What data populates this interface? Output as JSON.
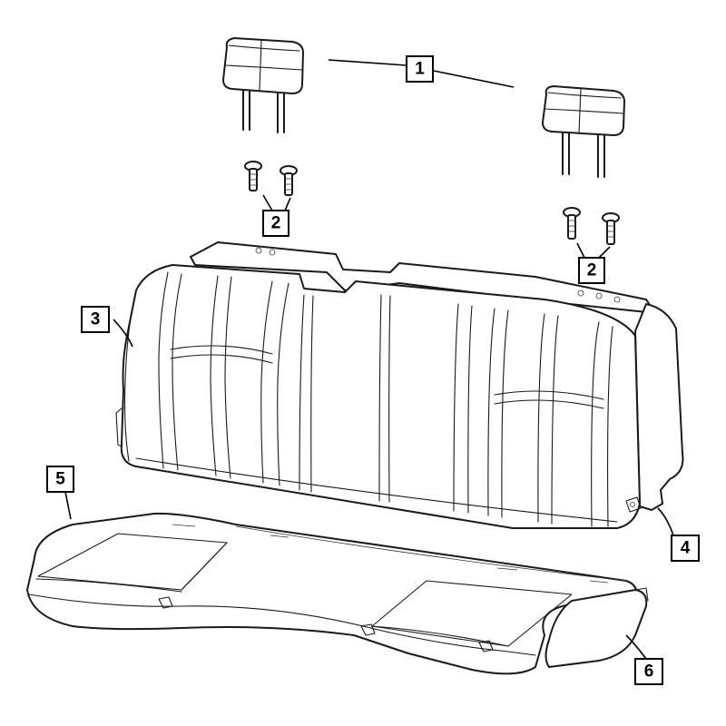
{
  "diagram": {
    "callouts": [
      {
        "id": "1",
        "label": "1"
      },
      {
        "id": "2a",
        "label": "2"
      },
      {
        "id": "2b",
        "label": "2"
      },
      {
        "id": "3",
        "label": "3"
      },
      {
        "id": "4",
        "label": "4"
      },
      {
        "id": "5",
        "label": "5"
      },
      {
        "id": "6",
        "label": "6"
      }
    ],
    "parts": [
      {
        "ref": "1",
        "icon": "headrest-icon"
      },
      {
        "ref": "2",
        "icon": "headrest-guide-sleeve-icon"
      },
      {
        "ref": "3",
        "icon": "seat-back-icon"
      },
      {
        "ref": "4",
        "icon": "pivot-bracket-icon"
      },
      {
        "ref": "5",
        "icon": "seat-cushion-icon"
      },
      {
        "ref": "6",
        "icon": "cushion-end-trim-icon"
      }
    ]
  }
}
